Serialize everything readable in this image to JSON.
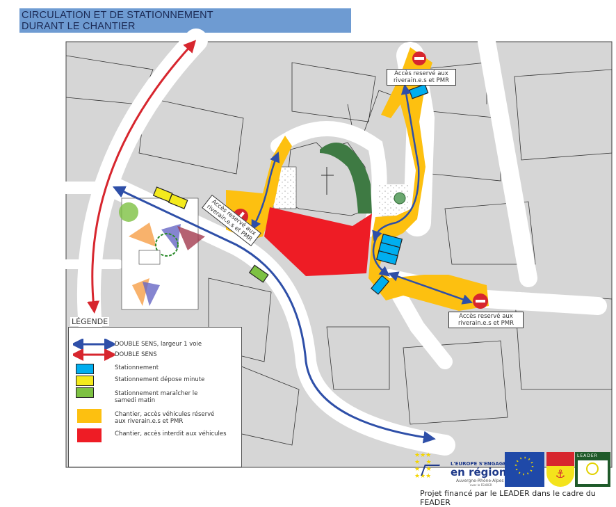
{
  "title": {
    "line1": "CIRCULATION ET DE STATIONNEMENT",
    "line2": "DURANT LE CHANTIER"
  },
  "map": {
    "access_labels": [
      {
        "text": "Accès reservé aux riverain.e.s et PMR"
      },
      {
        "text": "Accès reservé aux riverain.e.s et PMR"
      },
      {
        "text": "Accès reservé aux riverain.e.s et PMR"
      }
    ],
    "colors": {
      "double_sens_1_voie": "#2e4fa8",
      "double_sens": "#d7262e",
      "stationnement": "#00aeef",
      "depose_minute": "#f4ea1c",
      "maraicher": "#7dc142",
      "chantier_riverains": "#fdc010",
      "chantier_interdit": "#ee1c25"
    }
  },
  "legend": {
    "title": "LÉGENDE",
    "items": [
      {
        "label": "DOUBLE SENS, largeur 1 voie",
        "symbol": "blue-double-arrow"
      },
      {
        "label": "DOUBLE SENS",
        "symbol": "red-double-arrow"
      },
      {
        "label": "Stationnement",
        "symbol": "blue-box"
      },
      {
        "label": "Stationnement dépose minute",
        "symbol": "yellow-box"
      },
      {
        "label": "Stationnement maraîcher le samedi matin",
        "symbol": "green-box"
      },
      {
        "label": "Chantier, accès véhicules réservé aux riverain.e.s et PMR",
        "symbol": "orange-area"
      },
      {
        "label": "Chantier, accès interdit aux véhicules",
        "symbol": "red-area"
      }
    ]
  },
  "logos": {
    "region_line1": "L'EUROPE S'ENGAGE",
    "region_line2": "en région",
    "region_line3": "Auvergne-Rhône-Alpes",
    "region_line4": "avec le FEADER",
    "leader": "LEADER"
  },
  "footer": "Projet financé par le LEADER dans le cadre du FEADER"
}
